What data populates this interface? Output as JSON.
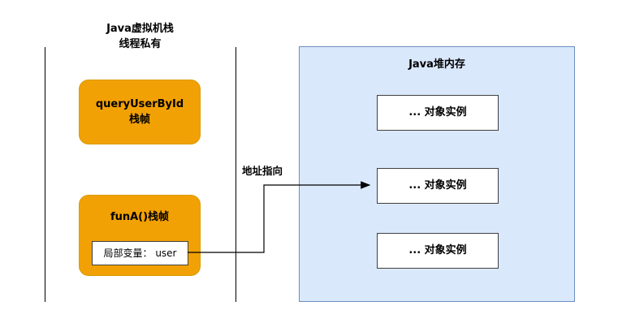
{
  "stack": {
    "title": "Java虚拟机栈",
    "subtitle": "线程私有",
    "frames": {
      "query": {
        "line1": "queryUserById",
        "line2": "栈帧"
      },
      "funA": {
        "label": "funA()栈帧",
        "local_var": "局部变量： user"
      }
    }
  },
  "heap": {
    "title": "Java堆内存",
    "objects": [
      "... 对象实例",
      "... 对象实例",
      "... 对象实例"
    ]
  },
  "arrow": {
    "label": "地址指向"
  },
  "colors": {
    "frame_fill": "#F2A104",
    "frame_border": "#D79B00",
    "heap_fill": "#DAE8FC",
    "heap_border": "#6C8EBF",
    "box_border": "#404040",
    "line_color": "#000000"
  }
}
